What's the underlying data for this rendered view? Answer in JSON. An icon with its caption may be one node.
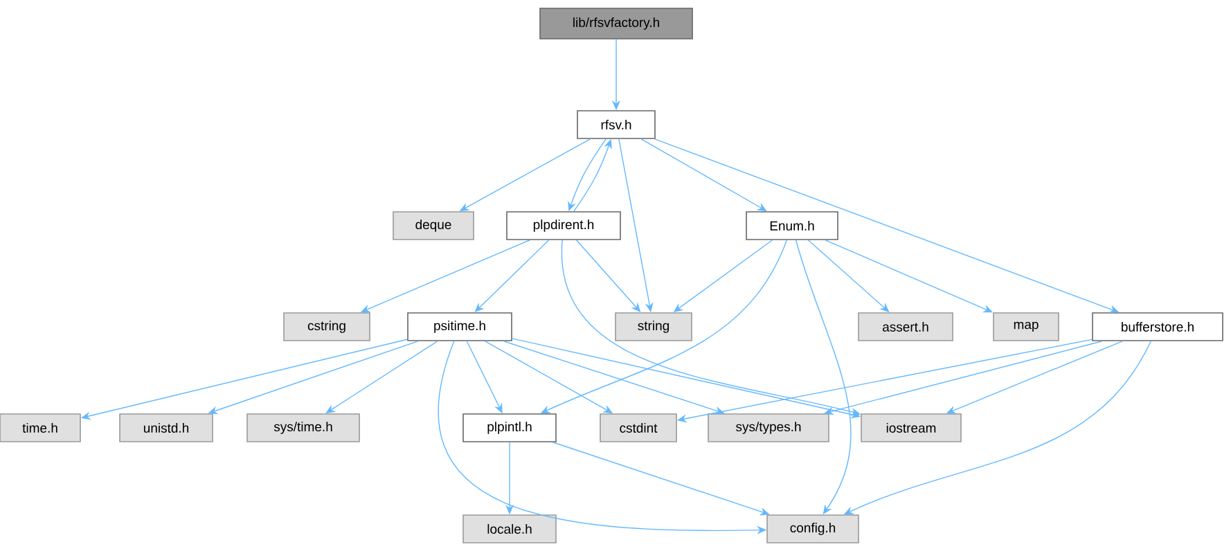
{
  "diagram": {
    "nodes": [
      {
        "text": [
          "lib/rfsvfactory.h"
        ]
      },
      {
        "text": [
          "rfsv.h"
        ]
      },
      {
        "text": [
          "deque"
        ]
      },
      {
        "text": [
          "plpdirent.h"
        ]
      },
      {
        "text": [
          "Enum.h"
        ]
      },
      {
        "text": [
          "bufferstore.h"
        ]
      },
      {
        "text": [
          "cstring"
        ]
      },
      {
        "text": [
          "psitime.h"
        ]
      },
      {
        "text": [
          "string"
        ]
      },
      {
        "text": [
          "assert.h"
        ]
      },
      {
        "text": [
          "map"
        ]
      },
      {
        "text": [
          "time.h"
        ]
      },
      {
        "text": [
          "unistd.h"
        ]
      },
      {
        "text": [
          "sys/time.h"
        ]
      },
      {
        "text": [
          "plpintl.h"
        ]
      },
      {
        "text": [
          "cstdint"
        ]
      },
      {
        "text": [
          "sys/types.h"
        ]
      },
      {
        "text": [
          "iostream"
        ]
      },
      {
        "text": [
          "locale.h"
        ]
      },
      {
        "text": [
          "config.h"
        ]
      }
    ],
    "edges": [
      {
        "from": 0,
        "to": 1,
        "arrow": "to"
      },
      {
        "from": 1,
        "to": 2,
        "arrow": "to"
      },
      {
        "from": 1,
        "to": 3,
        "arrow": "to"
      },
      {
        "from": 1,
        "to": 8,
        "arrow": "to"
      },
      {
        "from": 1,
        "to": 4,
        "arrow": "to"
      },
      {
        "from": 1,
        "to": 5,
        "arrow": "to"
      },
      {
        "from": 3,
        "to": 1,
        "arrow": "to"
      },
      {
        "from": 3,
        "to": 6,
        "arrow": "to"
      },
      {
        "from": 3,
        "to": 7,
        "arrow": "to"
      },
      {
        "from": 3,
        "to": 8,
        "arrow": "to"
      },
      {
        "from": 3,
        "to": 17,
        "arrow": "to"
      },
      {
        "from": 4,
        "to": 8,
        "arrow": "to"
      },
      {
        "from": 4,
        "to": 14,
        "arrow": "to"
      },
      {
        "from": 4,
        "to": 9,
        "arrow": "to"
      },
      {
        "from": 4,
        "to": 10,
        "arrow": "to"
      },
      {
        "from": 4,
        "to": 19,
        "arrow": "to"
      },
      {
        "from": 7,
        "to": 11,
        "arrow": "to"
      },
      {
        "from": 7,
        "to": 12,
        "arrow": "to"
      },
      {
        "from": 7,
        "to": 13,
        "arrow": "to"
      },
      {
        "from": 7,
        "to": 14,
        "arrow": "to"
      },
      {
        "from": 7,
        "to": 15,
        "arrow": "to"
      },
      {
        "from": 7,
        "to": 16,
        "arrow": "to"
      },
      {
        "from": 7,
        "to": 17,
        "arrow": "to"
      },
      {
        "from": 7,
        "to": 19,
        "arrow": "to"
      },
      {
        "from": 14,
        "to": 18,
        "arrow": "to"
      },
      {
        "from": 14,
        "to": 19,
        "arrow": "to"
      },
      {
        "from": 5,
        "to": 15,
        "arrow": "to"
      },
      {
        "from": 5,
        "to": 16,
        "arrow": "to"
      },
      {
        "from": 5,
        "to": 17,
        "arrow": "to"
      },
      {
        "from": 5,
        "to": 19,
        "arrow": "to"
      }
    ]
  }
}
